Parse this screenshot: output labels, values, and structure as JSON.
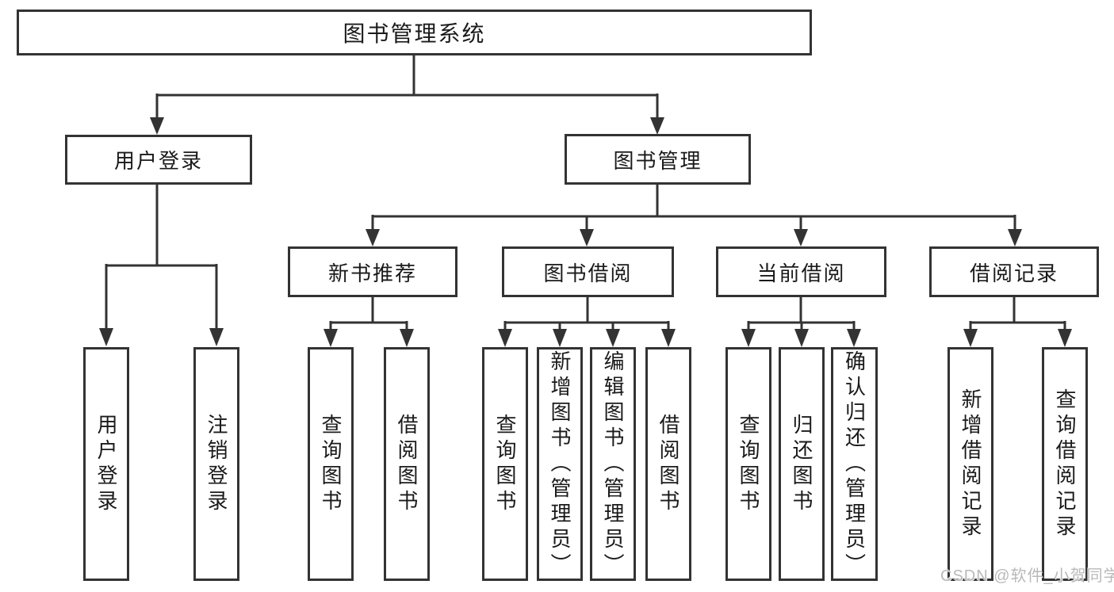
{
  "tree": {
    "root": {
      "label": "图书管理系统"
    },
    "branches": [
      {
        "label": "用户登录",
        "children": [
          {
            "label": "用户登录"
          },
          {
            "label": "注销登录"
          }
        ]
      },
      {
        "label": "图书管理",
        "children": [
          {
            "label": "新书推荐",
            "children": [
              {
                "label": "查询图书"
              },
              {
                "label": "借阅图书"
              }
            ]
          },
          {
            "label": "图书借阅",
            "children": [
              {
                "label": "查询图书"
              },
              {
                "label": "新增图书（管理员）"
              },
              {
                "label": "编辑图书（管理员）"
              },
              {
                "label": "借阅图书"
              }
            ]
          },
          {
            "label": "当前借阅",
            "children": [
              {
                "label": "查询图书"
              },
              {
                "label": "归还图书"
              },
              {
                "label": "确认归还（管理员）"
              }
            ]
          },
          {
            "label": "借阅记录",
            "children": [
              {
                "label": "新增借阅记录"
              },
              {
                "label": "查询借阅记录"
              }
            ]
          }
        ]
      }
    ]
  },
  "watermark": {
    "text": "CSDN @软件_小贺同学"
  },
  "colors": {
    "line": "#333333",
    "box_border": "#333333",
    "box_background": "#ffffff",
    "text": "#1a1a1a",
    "watermark": "#b9b9b9",
    "background": "#ffffff"
  }
}
